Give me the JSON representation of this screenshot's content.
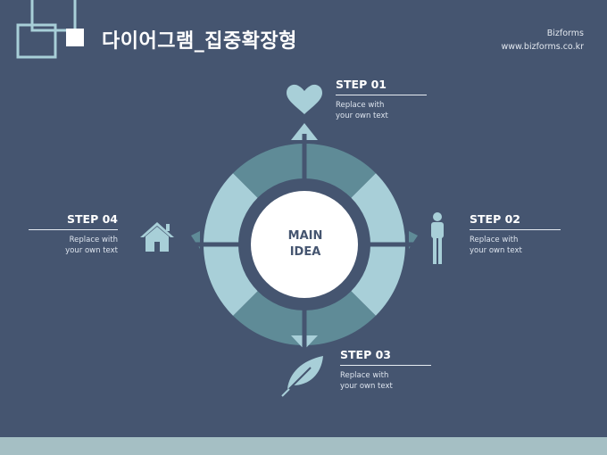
{
  "header": {
    "title": "다이어그램_집중확장형",
    "brand_name": "Bizforms",
    "brand_url": "www.bizforms.co.kr"
  },
  "center": {
    "line1": "MAIN",
    "line2": "IDEA"
  },
  "steps": [
    {
      "title": "STEP 01",
      "line1": "Replace with",
      "line2": "your own text",
      "icon": "heart-icon"
    },
    {
      "title": "STEP 02",
      "line1": "Replace with",
      "line2": "your own text",
      "icon": "person-icon"
    },
    {
      "title": "STEP 03",
      "line1": "Replace with",
      "line2": "your own text",
      "icon": "leaf-icon"
    },
    {
      "title": "STEP 04",
      "line1": "Replace with",
      "line2": "your own text",
      "icon": "house-icon"
    }
  ],
  "colors": {
    "background": "#455570",
    "segment_light": "#a8cfd8",
    "segment_dark": "#5f8b97",
    "icon": "#a8cfd8",
    "footer": "#a5bfc4"
  }
}
